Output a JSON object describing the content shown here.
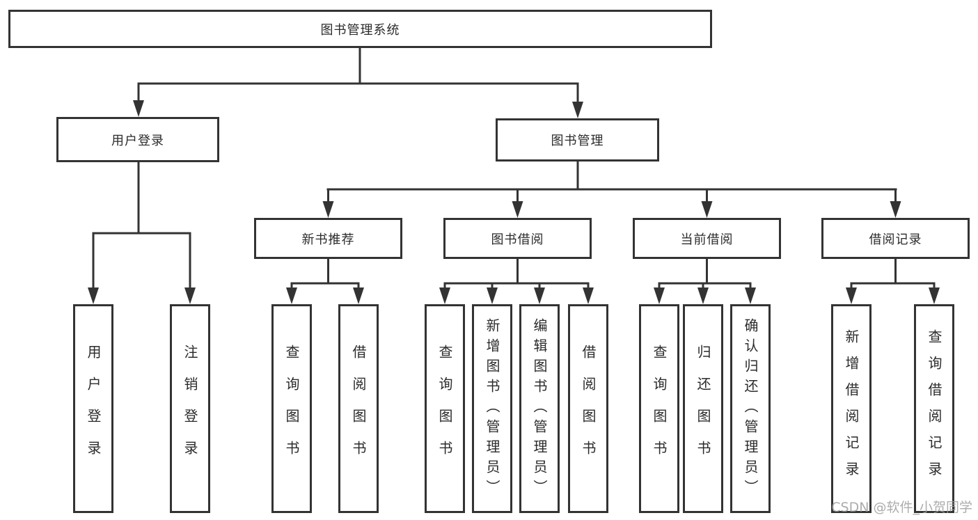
{
  "diagram": {
    "root": "图书管理系统",
    "level2": {
      "userLogin": "用户登录",
      "bookMgmt": "图书管理"
    },
    "level3": {
      "newBooks": "新书推荐",
      "bookBorrow": "图书借阅",
      "currentBorrow": "当前借阅",
      "borrowRecords": "借阅记录"
    },
    "leaves": {
      "userLogin": [
        "用户登录",
        "注销登录"
      ],
      "newBooks": [
        "查询图书",
        "借阅图书"
      ],
      "bookBorrow": [
        "查询图书",
        "新增图书（管理员）",
        "编辑图书（管理员）",
        "借阅图书"
      ],
      "currentBorrow": [
        "查询图书",
        "归还图书",
        "确认归还（管理员）"
      ],
      "borrowRecords": [
        "新增借阅记录",
        "查询借阅记录"
      ]
    }
  },
  "watermark": "CSDN @软件_小贺同学",
  "colors": {
    "line": "#333333",
    "text": "#2b2b2b",
    "background": "#ffffff",
    "watermark": "#9e9e9e"
  }
}
